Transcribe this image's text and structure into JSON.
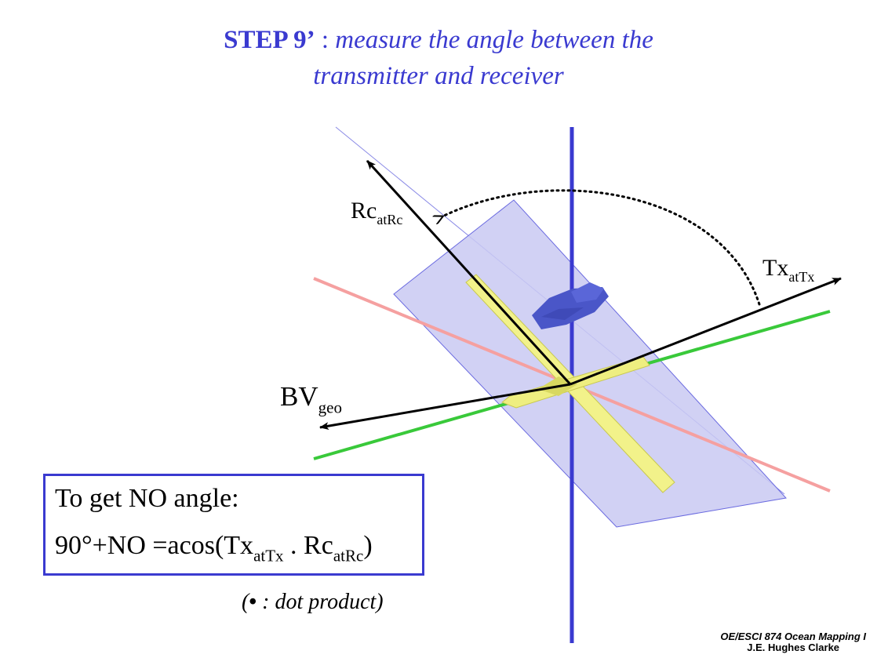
{
  "title": {
    "step": "STEP 9’",
    "separator": " : ",
    "description_line1": "measure the angle between the",
    "description_line2": "transmitter and receiver"
  },
  "diagram": {
    "vectors": [
      {
        "name": "Rc",
        "sub": "atRc"
      },
      {
        "name": "Tx",
        "sub": "atTx"
      },
      {
        "name": "BV",
        "sub": "geo"
      }
    ],
    "colors": {
      "vertical_axis": "#3a3ad0",
      "red_axis": "#f5a0a0",
      "green_axis": "#39c93a",
      "plane_fill": "#c9c9f2",
      "plane_edge": "#6a6ae0",
      "transducer": "#f2f28a",
      "ship": "#4a56c8",
      "vector": "#000000"
    }
  },
  "formula": {
    "heading": "To get NO angle:",
    "prefix": "90°+NO =acos(Tx",
    "sub1": "atTx",
    "middle": " . Rc",
    "sub2": "atRc",
    "suffix": ")"
  },
  "note": {
    "open": "(",
    "dot": "•",
    "text": " :  dot product)"
  },
  "credit": {
    "line1": "OE/ESCI 874 Ocean Mapping I",
    "line2": "J.E. Hughes Clarke"
  }
}
